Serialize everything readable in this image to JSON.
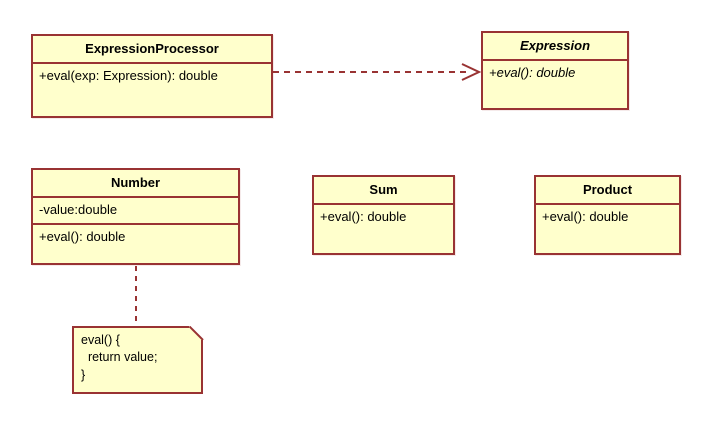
{
  "diagram": {
    "type": "uml-class-diagram",
    "background_color": "#ffffff",
    "class_fill_color": "#ffffcc",
    "class_border_color": "#993333",
    "text_color": "#000000"
  },
  "classes": [
    {
      "id": "expressionprocessor",
      "name": "ExpressionProcessor",
      "abstract": false,
      "members": [
        "+eval(exp: Expression): double"
      ]
    },
    {
      "id": "expression",
      "name": "Expression",
      "abstract": true,
      "members": [
        "+eval(): double"
      ]
    },
    {
      "id": "number",
      "name": "Number",
      "abstract": false,
      "attributes": [
        "-value:double"
      ],
      "members": [
        "+eval(): double"
      ]
    },
    {
      "id": "sum",
      "name": "Sum",
      "abstract": false,
      "members": [
        "+eval(): double"
      ]
    },
    {
      "id": "product",
      "name": "Product",
      "abstract": false,
      "members": [
        "+eval(): double"
      ]
    }
  ],
  "note": {
    "id": "number-eval-note",
    "text": "eval() {\n  return value;\n}",
    "attached_to": "Number"
  },
  "connectors": [
    {
      "id": "dependency-processor-expression",
      "kind": "dependency",
      "style": "dashed",
      "arrowhead": "open",
      "from": "ExpressionProcessor",
      "to": "Expression"
    },
    {
      "id": "note-anchor-number",
      "kind": "note-anchor",
      "style": "dashed",
      "arrowhead": "none",
      "from": "Number",
      "to": "note"
    }
  ]
}
